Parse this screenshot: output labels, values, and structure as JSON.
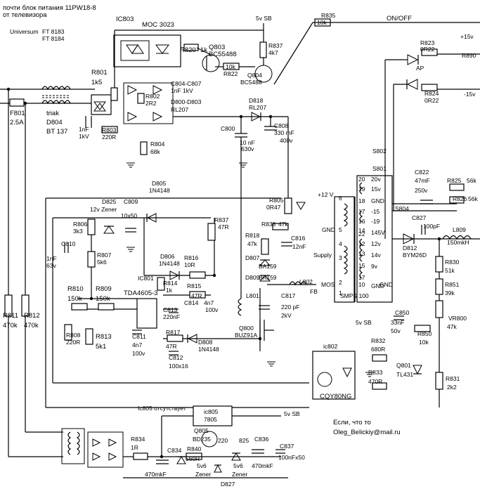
{
  "header": {
    "title_line1": "почти блок питания 11PW18-8",
    "title_line2": "от телевизора",
    "brand": "Universum",
    "model1": "FT 8183",
    "model2": "FT 8184"
  },
  "labels": {
    "ic803": "IC803",
    "moc": "MOC 3023",
    "r820": "R820",
    "r820v": "1k",
    "q803": "Q803",
    "q803t": "BC55488",
    "r822v": "10k",
    "r822": "R822",
    "sb5v_top": "5v SB",
    "r837t": "R837",
    "r837tv": "4k7",
    "q804": "Q804",
    "q804t": "BC5488",
    "r835": "R835",
    "r835v": "10k",
    "onoff": "ON/OFF",
    "r801": "R801",
    "r801v": "1k5",
    "c804": "C804-C807",
    "c804v": "1nF 1kV",
    "r802": "R802",
    "r802v": "2R2",
    "d800": "D800-D803",
    "rl207": "RL207",
    "d818": "D818",
    "d818t": "RL207",
    "triak": "triak",
    "d804": "D804",
    "bt137": "BT 137",
    "c1nf": "1nF",
    "c1kv": "1kV",
    "r803": "R803",
    "r803v": "220R",
    "f801": "F801",
    "f801v": "2.5A",
    "r804": "R804",
    "r804v": "68k",
    "c800": "C800",
    "c800v1": "10 nF",
    "c800v2": "630v",
    "c808": "C808",
    "c808v1": "330 mF",
    "c808v2": "400v",
    "r823": "R823",
    "r823v": "0R22",
    "p15": "+15v",
    "ap": "AP",
    "r824": "R824",
    "r824v": "0R22",
    "m15": "-15v",
    "r890": "R890",
    "s802": "S802",
    "s801": "S801",
    "c822": "C822",
    "c822v1": "47mF",
    "c822v2": "250v",
    "r825": "R825",
    "r825v": "56k",
    "r826": "R826",
    "r826v": "56k",
    "s804": "S804",
    "d825": "D825",
    "c809": "C809",
    "d825t": "12v Zener",
    "c809v": "10x50",
    "d805": "D805",
    "d805t": "1N4148",
    "r837m": "R837",
    "r837mv": "47R",
    "r805": "R805",
    "r805v": "0R47",
    "p12": "+12 V",
    "r806": "R806",
    "r806v": "3k3",
    "c810": "C810",
    "c810v1": "1nF",
    "c810v2": "63v",
    "r807": "R807",
    "r807v": "5k6",
    "r838": "R838",
    "r838v": "47k",
    "r818": "R818",
    "r818v": "47k",
    "c816": "C816",
    "c816v": "12nF",
    "gnd1": "GND",
    "supply": "Supply",
    "d806": "D806",
    "d806t": "1N4148",
    "r816": "R816",
    "r816v": "10R",
    "d807": "D807",
    "ba159a": "BA159",
    "d809": "D809",
    "ba159b": "BA159",
    "l802": "L802",
    "mos": "MOS",
    "fb": "FB",
    "ic801": "IC801",
    "tda": "TDA4605-3",
    "r814": "R814",
    "r814v": "1k",
    "r815": "R815",
    "r815v": "47R",
    "c814": "C814",
    "c814v1": "4n7",
    "c814v2": "100v",
    "c813": "C813",
    "c813v": "220nF",
    "r810": "R810",
    "r810v": "150k",
    "r809": "R809",
    "r809v": "150k",
    "r808": "R808",
    "r808v": "220R",
    "r813": "R813",
    "r813v": "5k1",
    "c811": "C811",
    "c811v1": "4n7",
    "c811v2": "100v",
    "r817": "R817",
    "r817v": "47R",
    "d808": "D808",
    "d808t": "1N4148",
    "c812": "C812",
    "c812v": "100x16",
    "l801": "L801",
    "c817": "C817",
    "c817v1": "220 pF",
    "c817v2": "2kV",
    "q800": "Q800",
    "q800t": "BUZ91A",
    "smps": "SMPS 100",
    "gnd2": "GND",
    "gnd3": "GND",
    "c827": "C827",
    "c827v": "100pF",
    "l809": "L809",
    "l809v": "150mkH",
    "d812": "D812",
    "d812t": "BYM26D",
    "r830": "R830",
    "r830v": "51k",
    "r851": "R851",
    "r851v": "39k",
    "vr800": "VR800",
    "vr800v": "47k",
    "c850": "C850",
    "c850v1": "33nF",
    "c850v2": "50v",
    "r850": "R850",
    "r850v": "10k",
    "sb5v_mid": "5v SB",
    "r832": "R832",
    "r832v": "680R",
    "ic802": "ic802",
    "r833": "R833",
    "r833v": "470R",
    "q801": "Q801",
    "q801t": "TL431",
    "r831": "R831",
    "r831v": "2k2",
    "cqy": "CQY80NG",
    "r811": "R811",
    "r811v": "470k",
    "r812": "R812",
    "r812v": "470k",
    "ic805_missing": "Ic805 отсутствует",
    "ic805": "ic805",
    "ic805t": "7805",
    "sb5v_bot": "5v SB",
    "q805": "Q805",
    "q805t": "BD235",
    "n220": "220",
    "n825": "825",
    "c836": "C836",
    "c837": "C837",
    "c837v": "100nFx50",
    "r834": "R834",
    "r834v": "1R",
    "c834": "C834",
    "c834v": "470mkF",
    "r840": "R840",
    "r840v": "560R",
    "z1": "5v6",
    "z1t": "Zener",
    "d827": "D827",
    "z2": "5v6",
    "z2t": "Zener",
    "c836v": "470mkF",
    "note1": "Если, что то",
    "note2": "Oleg_Belickiy@mail.ru",
    "t_pins_left": [
      "6",
      "5",
      "4",
      "3",
      "2",
      "1"
    ],
    "t_pins_right": [
      "20",
      "19",
      "18",
      "17",
      "16",
      "14",
      "22",
      "12",
      "13",
      "15",
      "17",
      "10"
    ],
    "t_taps": [
      "20v",
      "15v",
      "GND",
      "-15",
      "-19",
      "145V",
      "12v",
      "14v",
      "9v",
      "GND"
    ]
  }
}
